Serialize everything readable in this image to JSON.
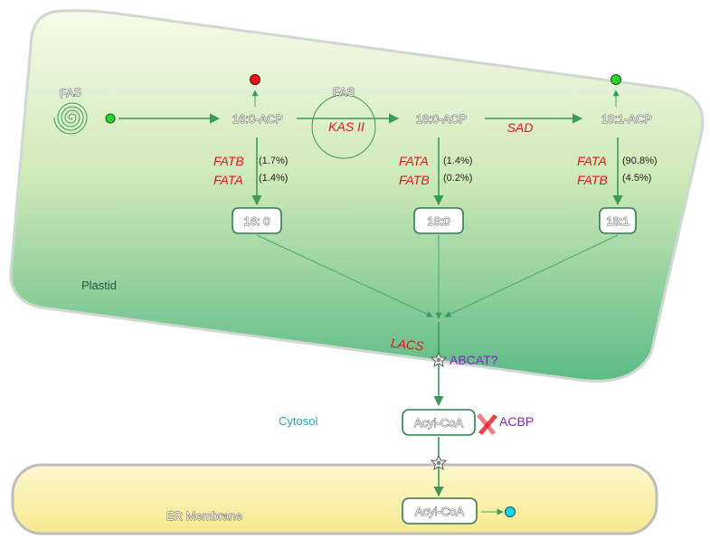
{
  "compartments": {
    "plastid": "Plastid",
    "cytosol": "Cytosol",
    "er": "ER Membrane"
  },
  "fas": {
    "left": "FAS",
    "middle": "FAS"
  },
  "nodes": {
    "acp160": "16:0-ACP",
    "acp180": "18:0-ACP",
    "acp181": "18:1-ACP",
    "ffa160": "16: 0",
    "ffa180": "18:0",
    "ffa181": "18:1",
    "acylcoa_cyto": "Acyl-CoA",
    "acylcoa_er": "Acyl-CoA"
  },
  "enzymes": {
    "kas2": "KAS II",
    "sad": "SAD",
    "lacs": "LACS",
    "col1": {
      "top": "FATB",
      "bottom": "FATA",
      "top_pct": "(1.7%)",
      "bottom_pct": "(1.4%)"
    },
    "col2": {
      "top": "FATA",
      "bottom": "FATB",
      "top_pct": "(1.4%)",
      "bottom_pct": "(0.2%)"
    },
    "col3": {
      "top": "FATA",
      "bottom": "FATB",
      "top_pct": "(90.8%)",
      "bottom_pct": "(4.5%)"
    }
  },
  "transport": {
    "abcat": "ABCAT?",
    "acbp": "ACBP"
  },
  "colors": {
    "plastid_fill_top": "#f4fae8",
    "plastid_fill_bottom": "#5fbd87",
    "er_fill": "#fbf2b4",
    "arrow": "#3a9a5c",
    "enzyme_red": "#e8141c",
    "transport_purple": "#8a1fc9",
    "cytosol_cyan": "#1fa8d6",
    "dot_red": "#e8141c",
    "dot_green": "#2bd42b",
    "dot_cyan": "#1ad4e6"
  }
}
